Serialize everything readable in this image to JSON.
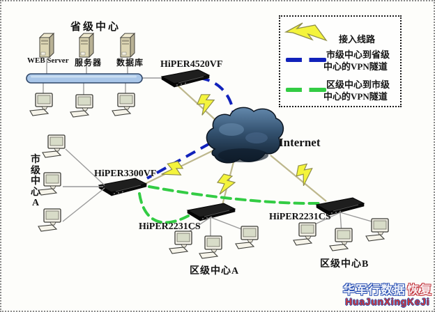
{
  "colors": {
    "vpn_city_provincial_tunnel": "#1122bb",
    "vpn_district_city_tunnel": "#33cc44",
    "access_line": "#bdb78c",
    "lightning": "#f4f43c",
    "lan_bus": "#a9c6e8",
    "cloud": "#33516f"
  },
  "provincial_center": {
    "title": "省级中心",
    "servers": [
      "WEB Server",
      "服务器",
      "数据库"
    ]
  },
  "routers": {
    "provincial": "HiPER4520VF",
    "city": "HiPER3300VF",
    "district_a": "HiPER2231CS",
    "district_b": "HiPER2231CS"
  },
  "internet": {
    "label": "Internet"
  },
  "city_center": {
    "label": "市级中心A"
  },
  "district_center_a": {
    "label": "区级中心A"
  },
  "district_center_b": {
    "label": "区级中心B"
  },
  "legend": {
    "access_line": "接入线路",
    "city_tunnel_line1": "市级中心到省级",
    "city_tunnel_line2": "中心的VPN隧道",
    "district_tunnel_line1": "区级中心到市级",
    "district_tunnel_line2": "中心的VPN隧道"
  },
  "watermark": {
    "line1_main": "华军行数据",
    "line1_suffix": "恢复",
    "line2": "HuaJunXingKeJi"
  }
}
